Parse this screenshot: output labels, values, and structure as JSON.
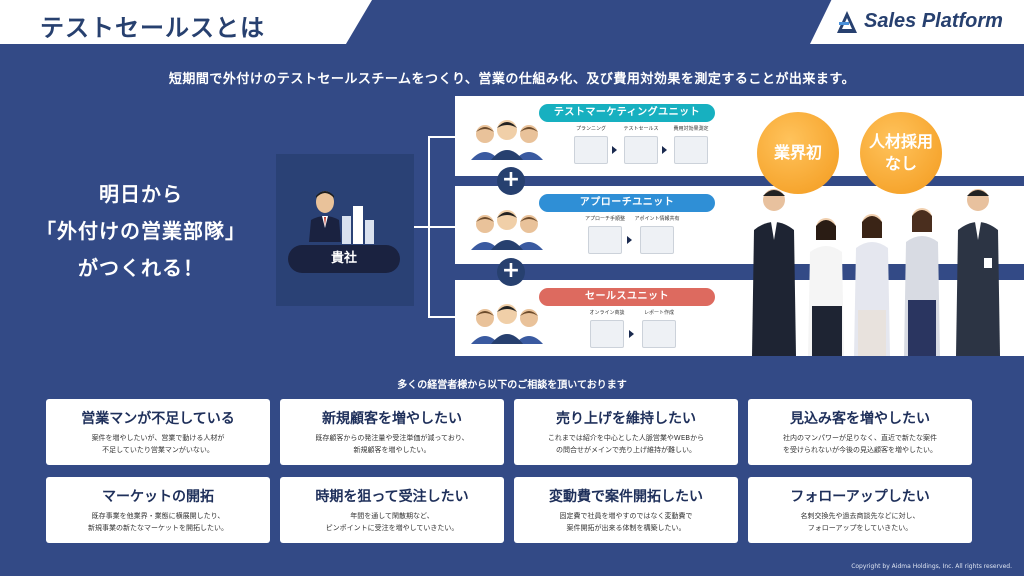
{
  "header": {
    "title": "テストセールスとは",
    "logo_text": "Sales Platform"
  },
  "subtitle": "短期間で外付けのテストセールスチームをつくり、営業の仕組み化、及び費用対効果を測定することが出来ます。",
  "headline": [
    "明日から",
    "「外付けの営業部隊」",
    "がつくれる！"
  ],
  "company": {
    "label": "貴社"
  },
  "units": [
    {
      "name": "テストマーケティングユニット",
      "color": "#17b0c0",
      "steps": [
        "プランニング",
        "テストセールス",
        "費用対効果測定"
      ]
    },
    {
      "name": "アプローチユニット",
      "color": "#2f8fd6",
      "steps": [
        "アプローチ手順整",
        "アポイント情報共有"
      ]
    },
    {
      "name": "セールスユニット",
      "color": "#dd6a5f",
      "steps": [
        "オンライン商談",
        "レポート作成"
      ]
    }
  ],
  "plus_symbol": "+",
  "badges": [
    {
      "lines": [
        "業界初"
      ]
    },
    {
      "lines": [
        "人材採用",
        "なし"
      ]
    }
  ],
  "consult_heading": "多くの経営者様から以下のご相談を頂いております",
  "cards": [
    {
      "title": "営業マンが不足している",
      "desc": [
        "案件を増やしたいが、営業で動ける人材が",
        "不足していたり営業マンがいない。"
      ]
    },
    {
      "title": "新規顧客を増やしたい",
      "desc": [
        "既存顧客からの発注量や受注単価が減っており、",
        "新規顧客を増やしたい。"
      ]
    },
    {
      "title": "売り上げを維持したい",
      "desc": [
        "これまでは紹介を中心とした人脈営業やWEBから",
        "の問合せがメインで売り上げ維持が難しい。"
      ]
    },
    {
      "title": "見込み客を増やしたい",
      "desc": [
        "社内のマンパワーが足りなく、直近で新たな案件",
        "を受けられないが今後の見込顧客を増やしたい。"
      ]
    },
    {
      "title": "マーケットの開拓",
      "desc": [
        "既存事業を他業界・業態に横展開したり、",
        "新規事業の新たなマーケットを開拓したい。"
      ]
    },
    {
      "title": "時期を狙って受注したい",
      "desc": [
        "年間を通して閑散期など、",
        "ピンポイントに受注を増やしていきたい。"
      ]
    },
    {
      "title": "変動費で案件開拓したい",
      "desc": [
        "固定費で社員を増やすのではなく変動費で",
        "案件開拓が出来る体制を構築したい。"
      ]
    },
    {
      "title": "フォローアップしたい",
      "desc": [
        "名刺交換先や過去商談先などに対し、",
        "フォローアップをしていきたい。"
      ]
    }
  ],
  "copyright": "Copyright by Aidma Holdings, Inc. All rights reserved.",
  "colors": {
    "background": "#334a86",
    "navy": "#27406f",
    "badge_orange": "#f39a1d"
  }
}
